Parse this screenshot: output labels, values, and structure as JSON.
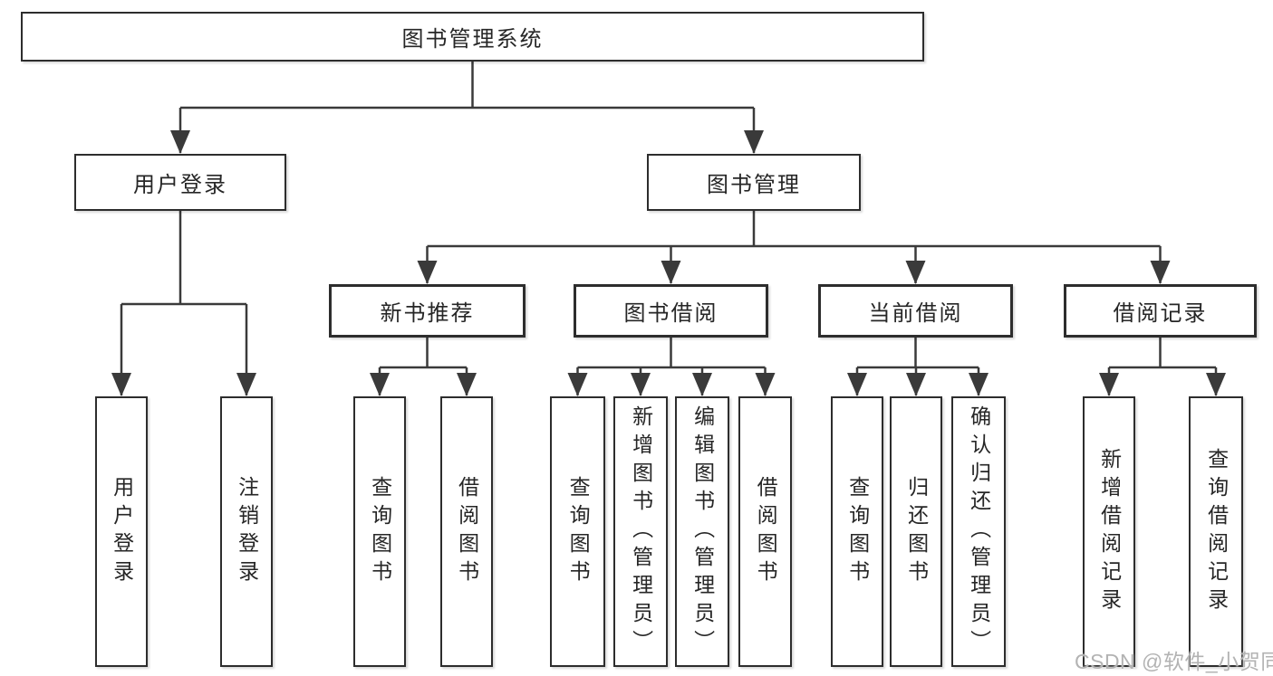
{
  "diagram": {
    "root": "图书管理系统",
    "children": [
      {
        "label": "用户登录",
        "children": [
          "用户登录",
          "注销登录"
        ]
      },
      {
        "label": "图书管理",
        "children": [
          {
            "label": "新书推荐",
            "children": [
              "查询图书",
              "借阅图书"
            ]
          },
          {
            "label": "图书借阅",
            "children": [
              "查询图书",
              "新增图书（管理员）",
              "编辑图书（管理员）",
              "借阅图书"
            ]
          },
          {
            "label": "当前借阅",
            "children": [
              "查询图书",
              "归还图书",
              "确认归还（管理员）"
            ]
          },
          {
            "label": "借阅记录",
            "children": [
              "新增借阅记录",
              "查询借阅记录"
            ]
          }
        ]
      }
    ]
  },
  "colors": {
    "line": "#3a3a3a",
    "border": "#2d2d2d",
    "text": "#262626",
    "watermark": "#b3b3b3"
  },
  "watermark": "CSDN @软件_小贺同学"
}
